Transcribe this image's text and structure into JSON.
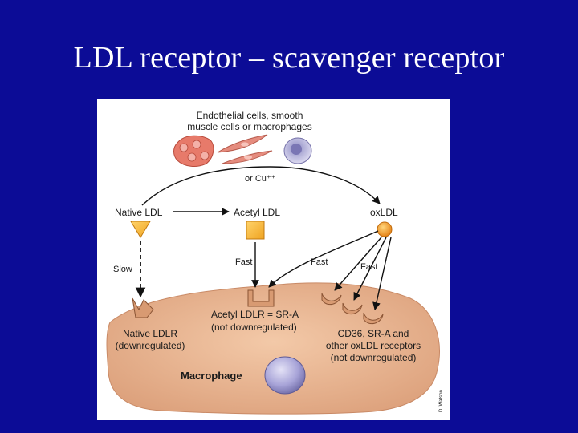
{
  "slide": {
    "title": "LDL receptor – scavenger receptor"
  },
  "figure": {
    "source_cells_label": [
      "Endothelial cells, smooth",
      "muscle cells or macrophages"
    ],
    "oxidant_label": "or Cu⁺⁺",
    "native_ldl_label": "Native LDL",
    "acetyl_ldl_label": "Acetyl LDL",
    "oxldl_label": "oxLDL",
    "slow_label": "Slow",
    "fast_label_acetyl": "Fast",
    "fast_label_ox_1": "Fast",
    "fast_label_ox_2": "Fast",
    "native_ldlr_label": [
      "Native LDLR",
      "(downregulated)"
    ],
    "acetyl_ldlr_label": [
      "Acetyl LDLR = SR-A",
      "(not downregulated)"
    ],
    "cd36_label": [
      "CD36, SR-A and",
      "other oxLDL receptors",
      "(not downregulated)"
    ],
    "macrophage_label": "Macrophage",
    "credit": "D. Watson"
  },
  "colors": {
    "slide_background": "#0c0c96",
    "macrophage_fill": "#e8b592",
    "ldl_yellow": "#f5b52a",
    "oxldl_orange": "#f29a1a",
    "receptor_tan": "#d89a72",
    "nucleus": "#a8a4d8"
  }
}
